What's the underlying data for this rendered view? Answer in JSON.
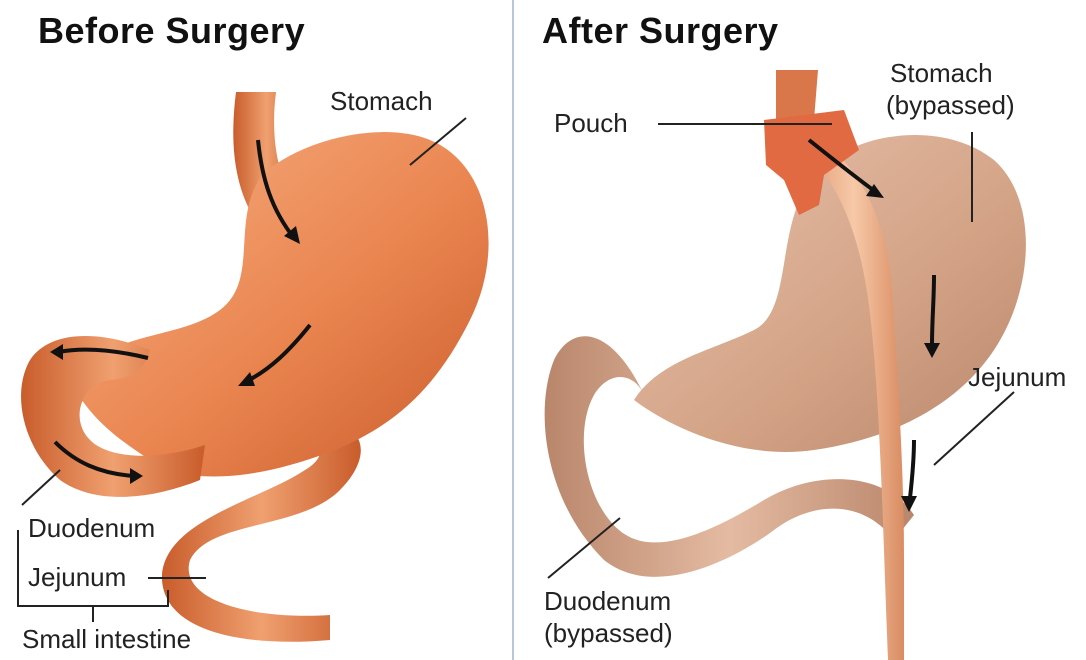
{
  "colors": {
    "organ": "#e9834c",
    "organ_dark": "#c95c2b",
    "organ_light": "#f6b184",
    "bypassed": "#d6a88d",
    "bypassed_dark": "#b9866b",
    "pouch": "#e16a42",
    "arrow": "#111111",
    "leader_line": "#222222"
  },
  "before": {
    "title": "Before Surgery",
    "labels": {
      "stomach": "Stomach",
      "duodenum": "Duodenum",
      "jejunum": "Jejunum",
      "small_intestine": "Small intestine"
    }
  },
  "after": {
    "title": "After Surgery",
    "labels": {
      "pouch": "Pouch",
      "stomach_line1": "Stomach",
      "stomach_line2": "(bypassed)",
      "jejunum": "Jejunum",
      "duodenum_line1": "Duodenum",
      "duodenum_line2": "(bypassed)"
    }
  }
}
